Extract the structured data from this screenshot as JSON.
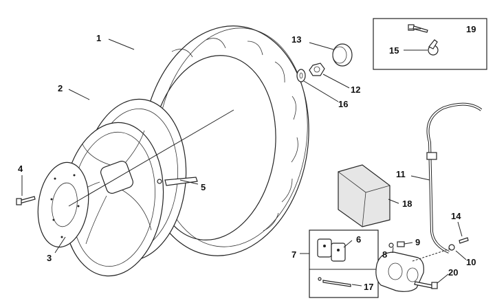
{
  "diagram": {
    "callouts": [
      {
        "id": "1",
        "text": "1"
      },
      {
        "id": "2",
        "text": "2"
      },
      {
        "id": "3",
        "text": "3"
      },
      {
        "id": "4",
        "text": "4"
      },
      {
        "id": "5",
        "text": "5"
      },
      {
        "id": "6",
        "text": "6"
      },
      {
        "id": "7",
        "text": "7"
      },
      {
        "id": "8",
        "text": "8"
      },
      {
        "id": "9",
        "text": "9"
      },
      {
        "id": "10",
        "text": "10"
      },
      {
        "id": "11",
        "text": "11"
      },
      {
        "id": "12",
        "text": "12"
      },
      {
        "id": "13",
        "text": "13"
      },
      {
        "id": "14",
        "text": "14"
      },
      {
        "id": "15",
        "text": "15"
      },
      {
        "id": "16",
        "text": "16"
      },
      {
        "id": "17",
        "text": "17"
      },
      {
        "id": "18",
        "text": "18"
      },
      {
        "id": "19",
        "text": "19"
      },
      {
        "id": "20",
        "text": "20"
      }
    ],
    "colors": {
      "ink": "#222222",
      "background": "#ffffff",
      "pouch": "#e6e6e6"
    }
  }
}
